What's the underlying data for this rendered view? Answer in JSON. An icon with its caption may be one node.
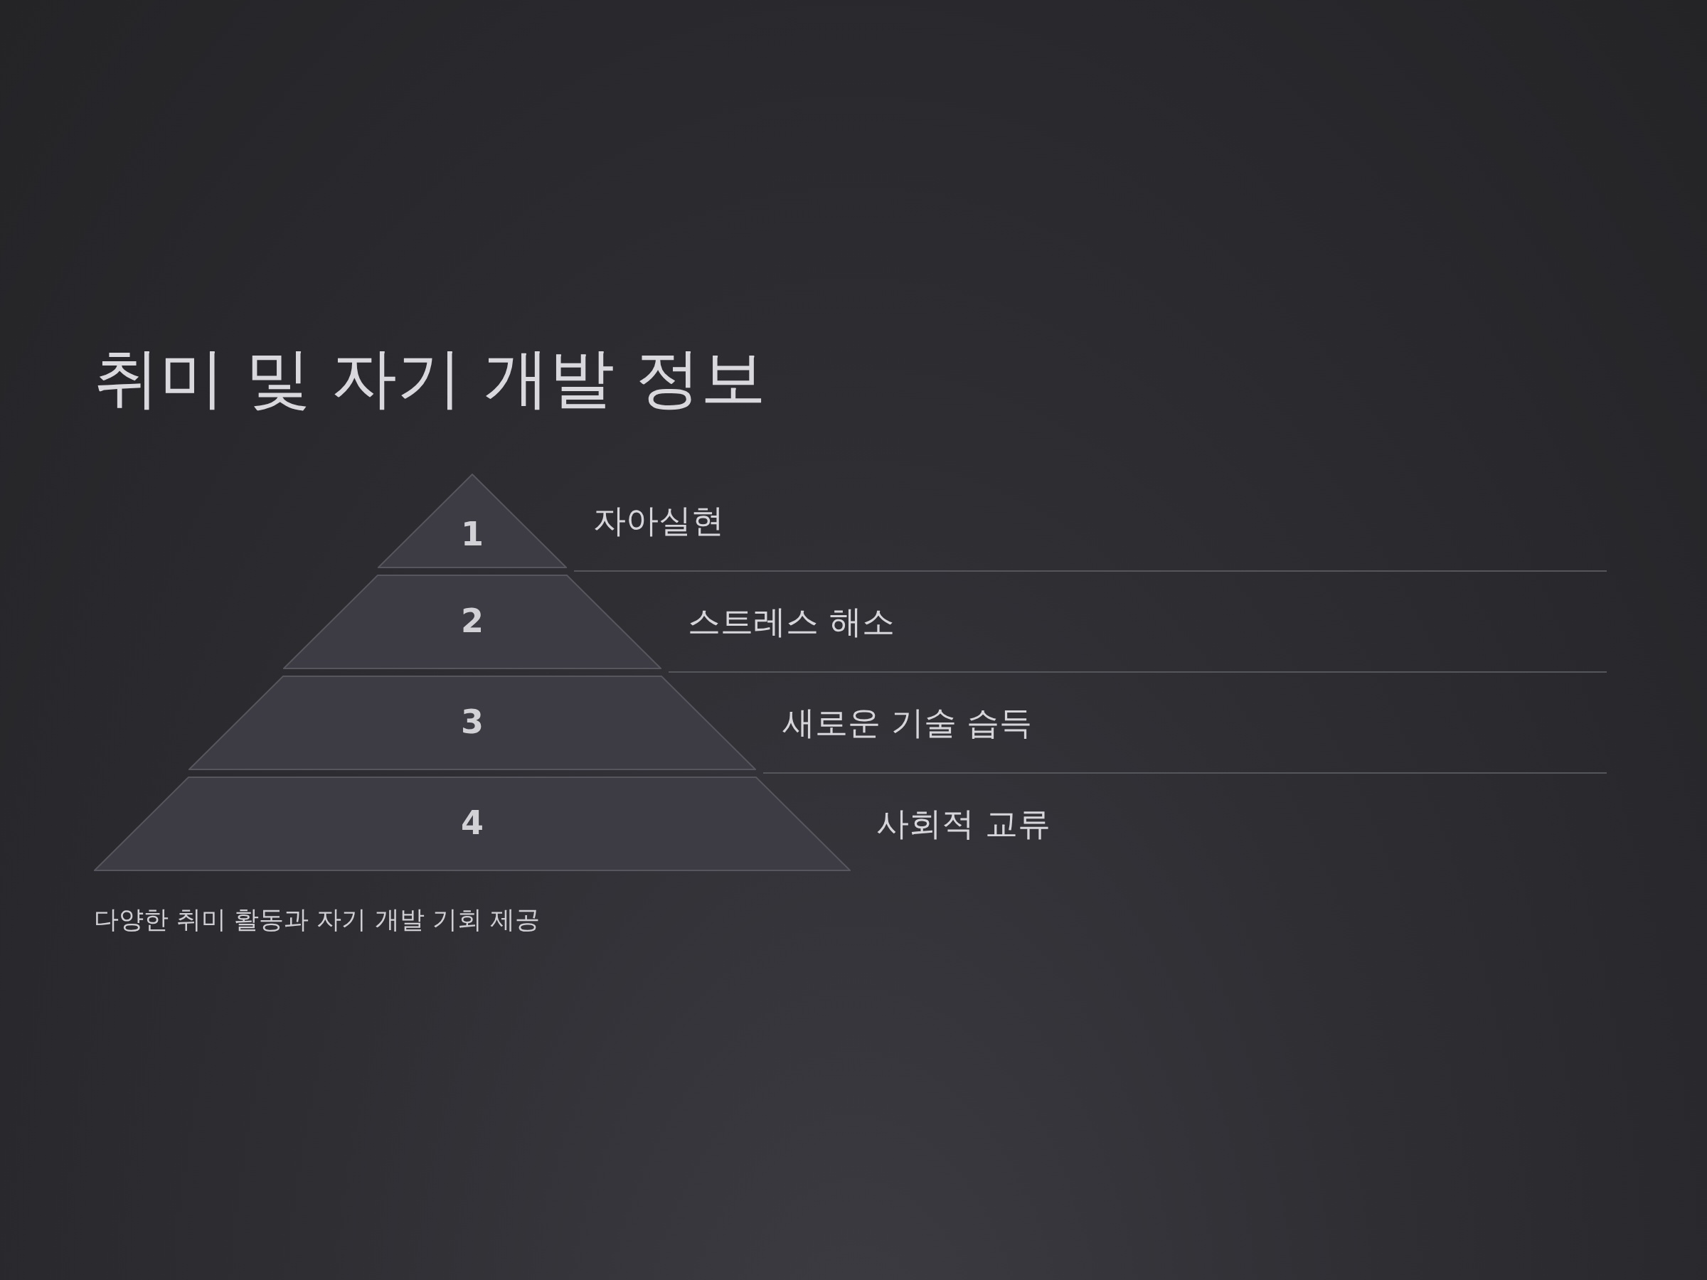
{
  "diagram": {
    "title": "취미 및 자기 개발 정보",
    "caption": "다양한 취미 활동과 자기 개발 기회 제공",
    "nodes": [
      {
        "text": [
          "1"
        ],
        "beside": [
          "자아실현"
        ]
      },
      {
        "text": [
          "2"
        ],
        "beside": [
          "스트레스 해소"
        ]
      },
      {
        "text": [
          "3"
        ],
        "beside": [
          "새로운 기술 습득"
        ]
      },
      {
        "text": [
          "4"
        ],
        "beside": [
          "사회적 교류"
        ]
      }
    ]
  }
}
